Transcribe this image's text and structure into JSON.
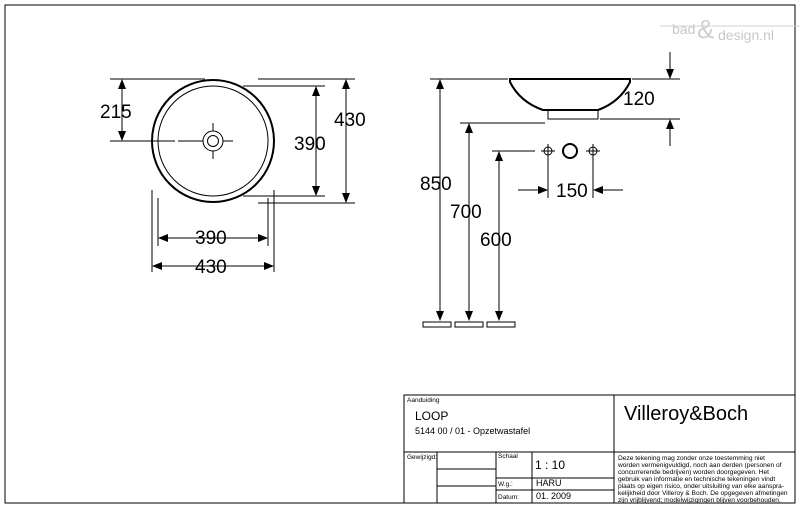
{
  "watermark": {
    "part1": "bad",
    "part2": "design.nl",
    "amp": "&"
  },
  "top_view": {
    "dim_215": "215",
    "dim_390_v": "390",
    "dim_430_v": "430",
    "dim_390_h": "390",
    "dim_430_h": "430"
  },
  "side_view": {
    "dim_120": "120",
    "dim_850": "850",
    "dim_700": "700",
    "dim_600": "600",
    "dim_150": "150"
  },
  "title_block": {
    "aanduiding_label": "Aanduiding",
    "product_name": "LOOP",
    "product_desc": "5144 00 / 01 - Opzetwastafel",
    "brand": "Villeroy&Boch",
    "gewijzigd_label": "Gewijzigd:",
    "schaal_label": "Schaal",
    "schaal_value": "1 : 10",
    "wg_label": "W.g.:",
    "wg_value": "HARU",
    "datum_label": "Datum:",
    "datum_value": "01. 2009",
    "disclaimer": [
      "Deze tekening mag zonder onze toestemming niet",
      "worden vermenigvuldigd, noch aan derden  (personen of",
      "concurrerende bedrijven) worden doorgegeven. Het",
      "gebruik van informatie en technische tekeningen  vindt",
      "plaats op eigen risico, onder uitsluiting van elke aanspra-",
      "kelijkheid door Villeroy & Boch. De opgegeven afmetingen",
      "zijn vrijblijvend; modelwijzigingen blijven voorbehouden."
    ]
  }
}
